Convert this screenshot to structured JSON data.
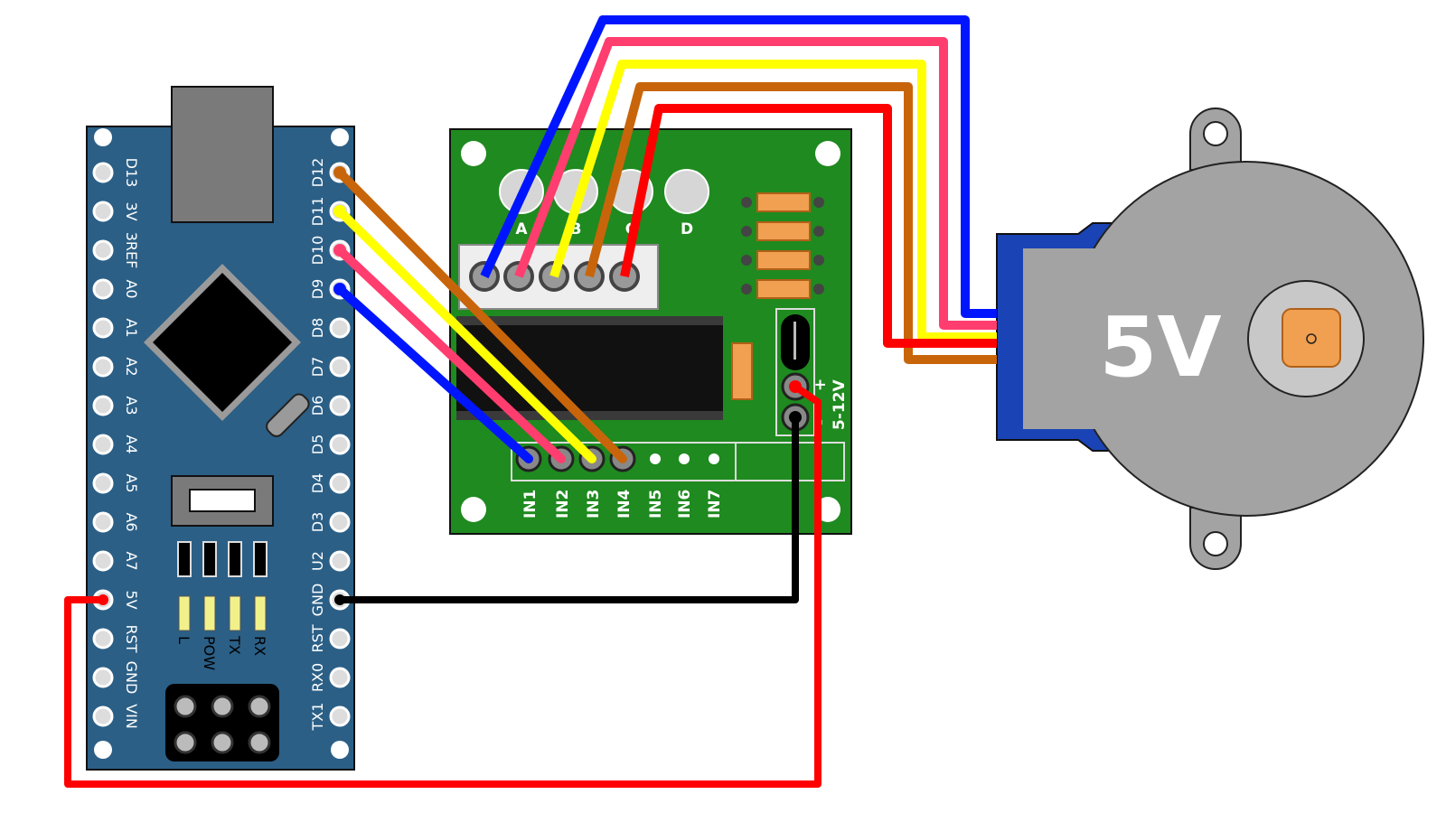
{
  "arduino": {
    "left_pins": [
      "D13",
      "3V",
      "3REF",
      "A0",
      "A1",
      "A2",
      "A3",
      "A4",
      "A5",
      "A6",
      "A7",
      "5V",
      "RST",
      "GND",
      "VIN"
    ],
    "right_pins": [
      "D12",
      "D11",
      "D10",
      "D9",
      "D8",
      "D7",
      "D6",
      "D5",
      "D4",
      "D3",
      "U2",
      "GND",
      "RST",
      "RX0",
      "TX1"
    ],
    "leds": [
      "L",
      "POW",
      "TX",
      "RX"
    ],
    "board_color": "#2b5f86"
  },
  "driver": {
    "board_color": "#1f8a1f",
    "led_labels": [
      "A",
      "B",
      "C",
      "D"
    ],
    "input_labels": [
      "IN1",
      "IN2",
      "IN3",
      "IN4",
      "IN5",
      "IN6",
      "IN7"
    ],
    "power_minus": "-",
    "power_plus": "+",
    "power_range": "5-12V"
  },
  "motor": {
    "label": "5V",
    "body_color": "#a3a3a3",
    "connector_color": "#1a44b5"
  },
  "wires": [
    {
      "id": "wire-d12-in4",
      "color": "#c8650a"
    },
    {
      "id": "wire-d11-in3",
      "color": "#ffff00"
    },
    {
      "id": "wire-d10-in2",
      "color": "#ff3d6e"
    },
    {
      "id": "wire-d9-in1",
      "color": "#0015ff"
    },
    {
      "id": "wire-gnd",
      "color": "#000000"
    },
    {
      "id": "wire-5v",
      "color": "#ff0000"
    }
  ]
}
